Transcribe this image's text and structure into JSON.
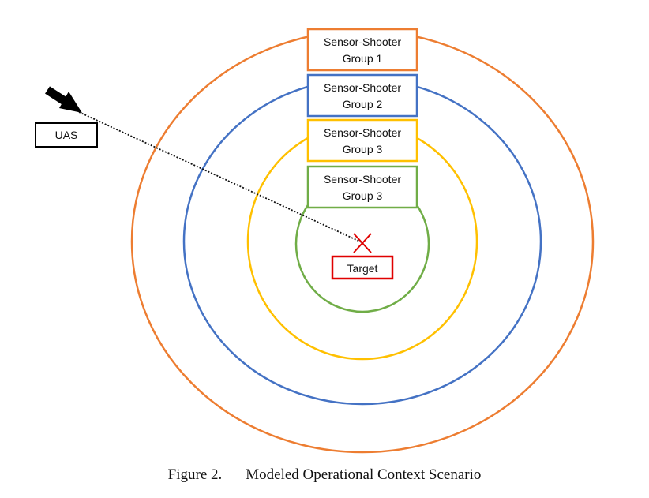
{
  "groups": [
    {
      "label_line1": "Sensor-Shooter",
      "label_line2": "Group 1",
      "color": "#ED7D31"
    },
    {
      "label_line1": "Sensor-Shooter",
      "label_line2": "Group 2",
      "color": "#4472C4"
    },
    {
      "label_line1": "Sensor-Shooter",
      "label_line2": "Group 3",
      "color": "#FFC000"
    },
    {
      "label_line1": "Sensor-Shooter",
      "label_line2": "Group 3",
      "color": "#70AD47"
    }
  ],
  "uas": {
    "label": "UAS",
    "color": "#000000"
  },
  "target": {
    "label": "Target",
    "color": "#E00000"
  },
  "caption": {
    "number": "Figure 2.",
    "title": "Modeled Operational Context Scenario"
  }
}
